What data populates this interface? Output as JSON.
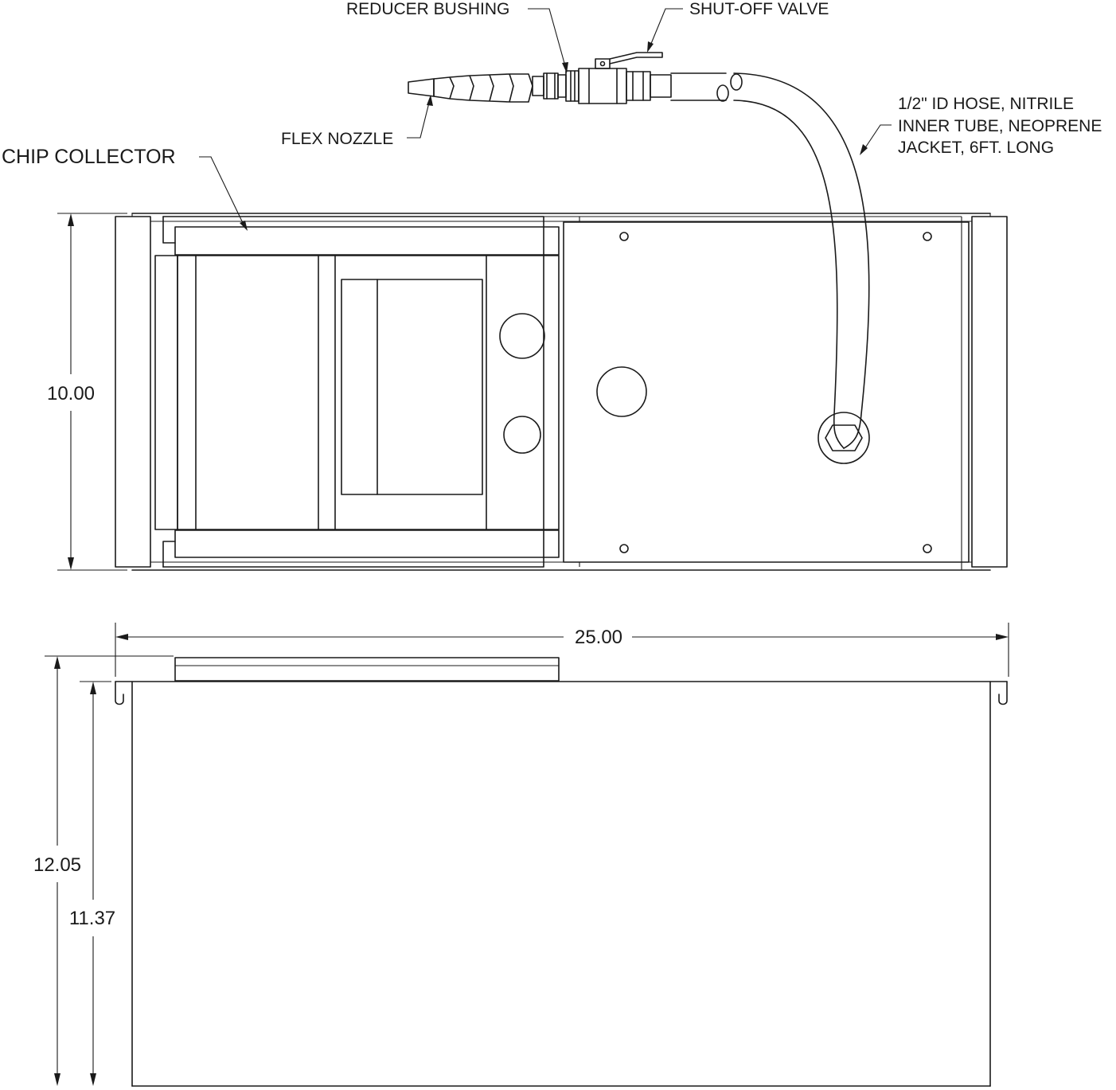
{
  "drawing": {
    "callouts": {
      "reducer_bushing": "REDUCER BUSHING",
      "shutoff_valve": "SHUT-OFF VALVE",
      "flex_nozzle": "FLEX NOZZLE",
      "chip_collector": "CHIP COLLECTOR",
      "hose_line1": "1/2\" ID HOSE, NITRILE",
      "hose_line2": "INNER TUBE, NEOPRENE",
      "hose_line3": "JACKET, 6FT. LONG"
    },
    "dimensions": {
      "top_view_depth": "10.00",
      "overall_length": "25.00",
      "overall_height": "12.05",
      "tank_height": "11.37"
    }
  }
}
